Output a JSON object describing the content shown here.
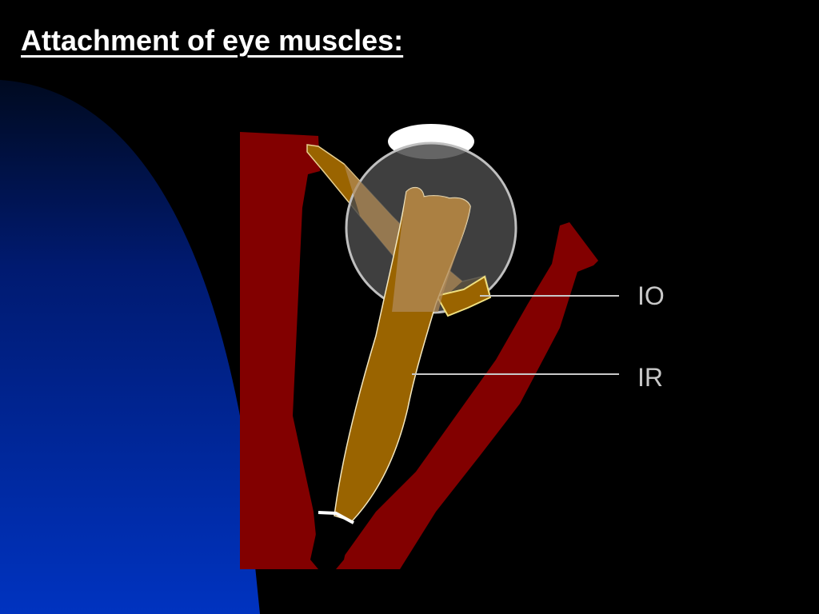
{
  "slide": {
    "title": "Attachment of eye muscles:"
  },
  "labels": {
    "io": "IO",
    "ir": "IR"
  },
  "colors": {
    "background": "#000000",
    "gradient_top": "#000a20",
    "gradient_bottom": "#0033c0",
    "orbit_wall": "#820000",
    "muscle": "#9a6400",
    "muscle_overlay": "#b08a58",
    "eyeball": "#4a4a4a",
    "cornea": "#ffffff",
    "leader_line": "#c8c8c8"
  }
}
